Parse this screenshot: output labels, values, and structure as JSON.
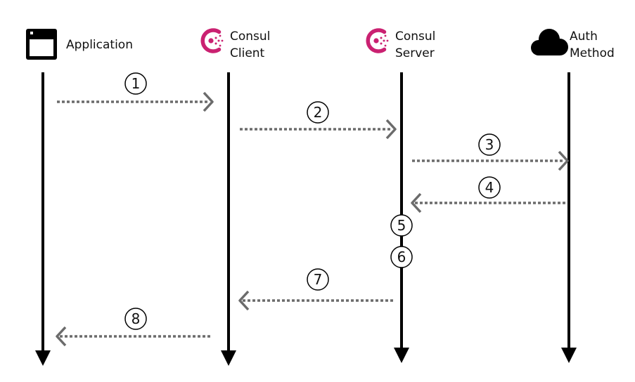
{
  "actors": [
    {
      "id": "application",
      "label_lines": [
        "Application"
      ],
      "icon": "application-window-icon"
    },
    {
      "id": "consul-client",
      "label_lines": [
        "Consul",
        "Client"
      ],
      "icon": "consul-logo-icon"
    },
    {
      "id": "consul-server",
      "label_lines": [
        "Consul",
        "Server"
      ],
      "icon": "consul-logo-icon"
    },
    {
      "id": "auth-method",
      "label_lines": [
        "Auth",
        "Method"
      ],
      "icon": "cloud-icon"
    }
  ],
  "steps": [
    {
      "number": "1",
      "from": "application",
      "to": "consul-client",
      "kind": "message"
    },
    {
      "number": "2",
      "from": "consul-client",
      "to": "consul-server",
      "kind": "message"
    },
    {
      "number": "3",
      "from": "consul-server",
      "to": "auth-method",
      "kind": "message"
    },
    {
      "number": "4",
      "from": "auth-method",
      "to": "consul-server",
      "kind": "message"
    },
    {
      "number": "5",
      "from": "consul-server",
      "to": "consul-server",
      "kind": "internal"
    },
    {
      "number": "6",
      "from": "consul-server",
      "to": "consul-server",
      "kind": "internal"
    },
    {
      "number": "7",
      "from": "consul-server",
      "to": "consul-client",
      "kind": "message"
    },
    {
      "number": "8",
      "from": "consul-client",
      "to": "application",
      "kind": "message"
    }
  ],
  "colors": {
    "lifeline": "#000000",
    "message_arrow": "#6b6b6b",
    "consul_brand": "#ca2171",
    "text": "#111111"
  }
}
